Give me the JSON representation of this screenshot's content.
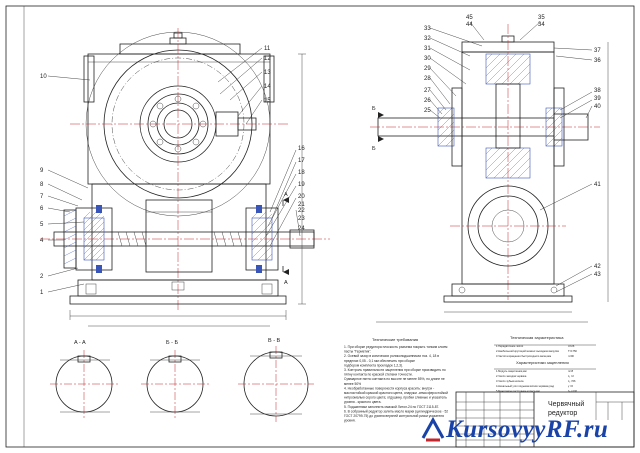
{
  "callouts_front": [
    "11",
    "12",
    "13",
    "14",
    "15",
    "16",
    "17",
    "18",
    "19",
    "20",
    "21",
    "22",
    "23",
    "24",
    "10",
    "9",
    "8",
    "7",
    "6",
    "5",
    "4",
    "3",
    "2",
    "1"
  ],
  "callouts_side": [
    "45",
    "44",
    "33",
    "32",
    "31",
    "30",
    "29",
    "28",
    "27",
    "26",
    "25",
    "35",
    "34",
    "37",
    "36",
    "38",
    "39",
    "40",
    "41",
    "42",
    "43"
  ],
  "section_labels": {
    "aa": "A - A",
    "bb": "Б - Б",
    "vv": "В - В",
    "a_mark": "A",
    "b_mark": "Б"
  },
  "tech_requirements": {
    "title": "Технические требования",
    "lines": [
      "1. При сборке редуктора плоскость разъема покрыть тонким слоем",
      "пасты \"Герметик\".",
      "2. Осевой зазор в конических роликоподшипниках поз. 4, 18 в",
      "пределах 0,05 - 0,1 мм обеспечить при сборке",
      "подбором комплекта прокладок 1,2,3).",
      "3. Контроль правильности зацепления при сборке производить по",
      "пятну контакта по краской степени точности.",
      "Суммарное пятно контакта по высоте не менее 55%, по длине не",
      "менее 50%",
      "4. Необработанные поверхности корпуса красить: внутри -",
      "маслостойкой краской красного цвета, снаружи -атмосферостойкой",
      "нитроэмалью серого цвета; отдушину, пробки сливные и указатель",
      "уровня - красного цвета.",
      "5. Подшипники заполнить смазкой Литол-24 по ГОСТ 2115-87.",
      "6. В собранный редуктор залить масло марки (цилиндрическое - 52",
      "ГОСТ 20799-75) до уровня верхней контрольной риски указателя",
      "уровня."
    ]
  },
  "tech_characteristics": {
    "title": "Техническая характеристика",
    "rows": [
      {
        "label": "1.Передаточное число",
        "value": "U=26"
      },
      {
        "label": "2.Наибольший крутящий момент выходном валу,Нм",
        "value": "T=1750"
      },
      {
        "label": "3.Частота вращения быстроходного вала,мин",
        "value": "n=90"
      }
    ],
    "subtitle": "Характеристики зацепления",
    "rows2": [
      {
        "label": "1.Модуль зацепления,мм",
        "value": "m=8"
      },
      {
        "label": "2.Число заходов червяка",
        "value": "z₁ =2"
      },
      {
        "label": "3.Число зубьев колеса",
        "value": "z₂ =56"
      },
      {
        "label": "4.Начальный угол подъема витков червяка,град",
        "value": "γ =6"
      },
      {
        "label": "5.Межосевое расстояние колеса,мм",
        "value": "b₂ =100"
      }
    ]
  },
  "title_block": {
    "name_line1": "Червячный",
    "name_line2": "редуктор"
  },
  "watermark": {
    "brand": "KursovyyRF.ru"
  },
  "colors": {
    "ink": "#222222",
    "blue": "#3a55b8",
    "red": "#c2272d",
    "watermark": "#1a43a8"
  }
}
